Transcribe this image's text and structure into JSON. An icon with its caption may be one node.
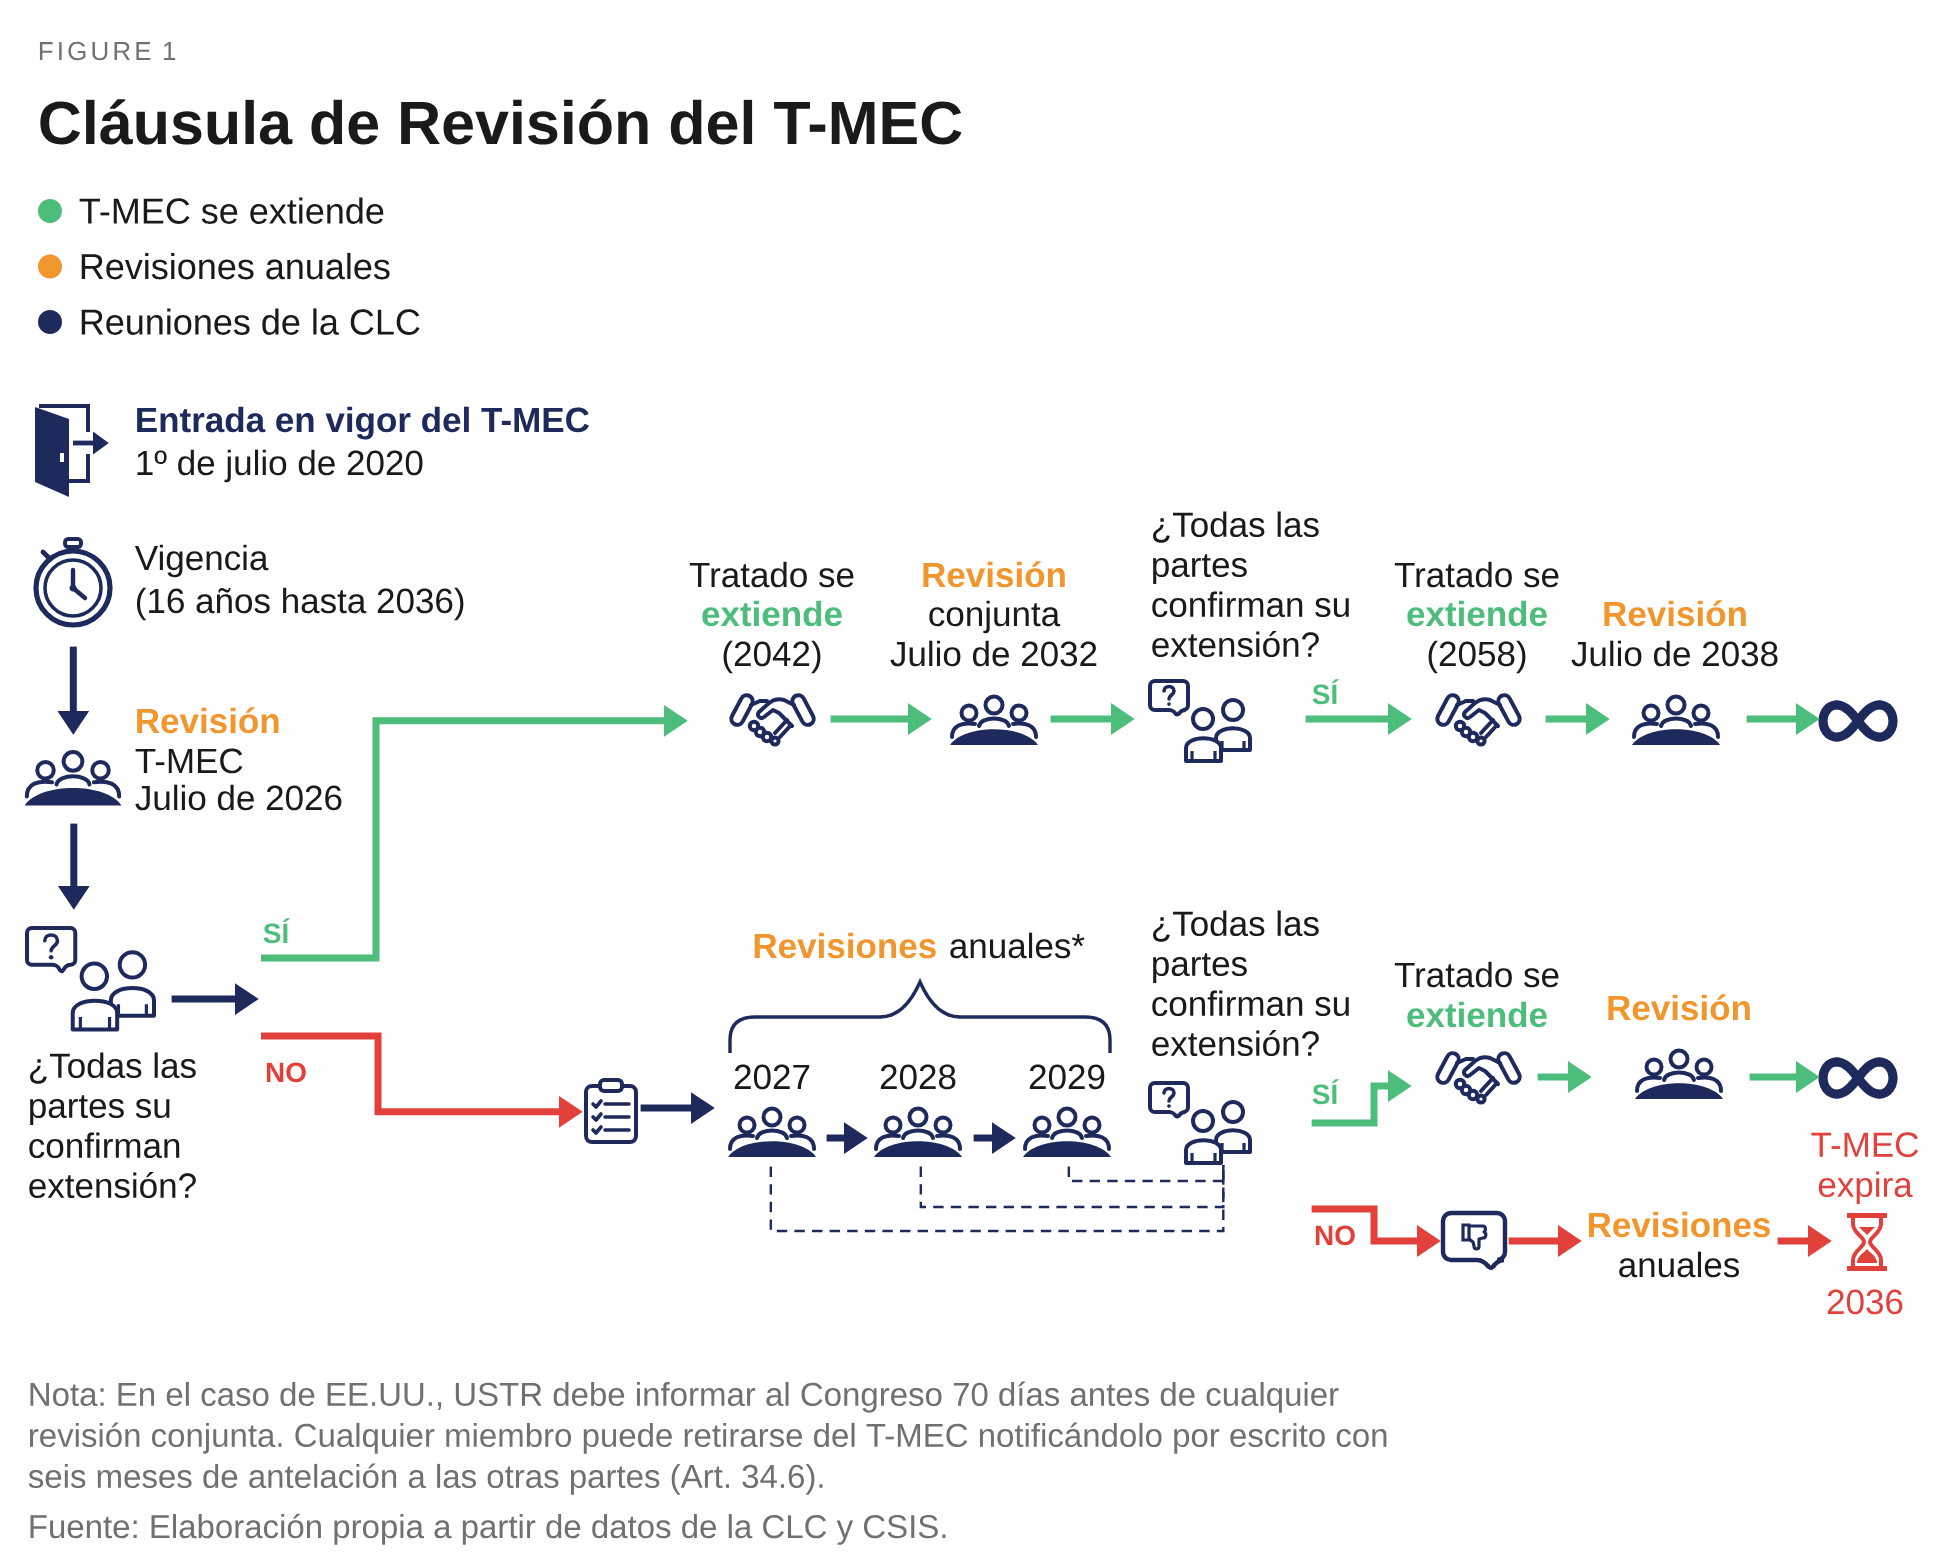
{
  "diagram": {
    "title": "Cláusula de Revisión del T-MEC",
    "nodes": [
      {
        "text": [
          "Entrada en vigor del T-MEC",
          "1º de julio de 2020"
        ]
      },
      {
        "text": [
          "Vigencia",
          "(16 años hasta 2036)"
        ]
      },
      {
        "text": [
          "Revisión",
          "T-MEC",
          "Julio de 2026"
        ]
      },
      {
        "text": [
          "¿Todas las partes su confirman extensión?"
        ]
      },
      {
        "text": [
          "Tratado se",
          "extiende",
          "(2042)"
        ]
      },
      {
        "text": [
          "Revisión",
          "conjunta",
          "Julio de 2032"
        ]
      },
      {
        "text": [
          "¿Todas las partes confirman su extensión?"
        ]
      },
      {
        "text": [
          "Tratado se",
          "extiende",
          "(2058)"
        ]
      },
      {
        "text": [
          "Revisión",
          "Julio de 2038"
        ]
      },
      {
        "text": [],
        "shape": "picture"
      },
      {
        "text": [],
        "shape": "picture"
      },
      {
        "text": [
          "2027"
        ]
      },
      {
        "text": [
          "2028"
        ]
      },
      {
        "text": [
          "2029"
        ]
      },
      {
        "text": [
          "¿Todas las partes confirman su extensión?"
        ]
      },
      {
        "text": [
          "Tratado se",
          "extiende"
        ]
      },
      {
        "text": [
          "Revisión"
        ]
      },
      {
        "text": [],
        "shape": "picture"
      },
      {
        "text": [],
        "shape": "picture"
      },
      {
        "text": [
          "Revisiones",
          "anuales"
        ]
      },
      {
        "text": [
          "T-MEC expira",
          "2036"
        ]
      }
    ],
    "edges": [
      {
        "from": 1,
        "to": 2,
        "arrow": "to",
        "color": "#1f2a5c"
      },
      {
        "from": 2,
        "to": 3,
        "arrow": "to",
        "color": "#1f2a5c"
      },
      {
        "from": 3,
        "to": null,
        "arrow": "to",
        "color": "#1f2a5c"
      },
      {
        "from": null,
        "to": 4,
        "arrow": "to",
        "label": "SÍ",
        "color": "#4dbd7b"
      },
      {
        "from": null,
        "to": 10,
        "arrow": "to",
        "label": "NO",
        "color": "#e2403a"
      },
      {
        "from": 4,
        "to": 5,
        "arrow": "to",
        "color": "#4dbd7b"
      },
      {
        "from": 5,
        "to": 6,
        "arrow": "to",
        "color": "#4dbd7b"
      },
      {
        "from": 6,
        "to": 7,
        "arrow": "to",
        "label": "SÍ",
        "color": "#4dbd7b"
      },
      {
        "from": 7,
        "to": 8,
        "arrow": "to",
        "color": "#4dbd7b"
      },
      {
        "from": 8,
        "to": 9,
        "arrow": "to",
        "color": "#4dbd7b"
      },
      {
        "from": 10,
        "to": 11,
        "arrow": "to",
        "color": "#1f2a5c"
      },
      {
        "from": 11,
        "to": 12,
        "arrow": "to",
        "color": "#1f2a5c"
      },
      {
        "from": 12,
        "to": 13,
        "arrow": "to",
        "color": "#1f2a5c"
      },
      {
        "from": 11,
        "to": 14,
        "arrow": "none",
        "style": "dashed",
        "color": "#1f2a5c"
      },
      {
        "from": 12,
        "to": 14,
        "arrow": "none",
        "style": "dashed",
        "color": "#1f2a5c"
      },
      {
        "from": 13,
        "to": 14,
        "arrow": "none",
        "style": "dashed",
        "color": "#1f2a5c"
      },
      {
        "from": 14,
        "to": 15,
        "arrow": "to",
        "label": "SÍ",
        "color": "#4dbd7b"
      },
      {
        "from": 15,
        "to": 16,
        "arrow": "to",
        "color": "#4dbd7b"
      },
      {
        "from": 16,
        "to": 17,
        "arrow": "to",
        "color": "#4dbd7b"
      },
      {
        "from": 14,
        "to": 18,
        "arrow": "to",
        "label": "NO",
        "color": "#e2403a"
      },
      {
        "from": 18,
        "to": 19,
        "arrow": "to",
        "color": "#e2403a"
      },
      {
        "from": 19,
        "to": 20,
        "arrow": "to",
        "color": "#e2403a"
      }
    ],
    "labels": [
      "FIGURE 1",
      "Revisiones",
      "anuales*",
      "Nota: En el caso de EE.UU., USTR debe informar al Congreso 70 días antes de cualquier revisión conjunta. Cualquier miembro puede retirarse del T-MEC notificándolo por escrito con seis meses de antelación a las otras partes (Art. 34.6).",
      "Fuente: Elaboración propia a partir de datos de la CLC y CSIS."
    ],
    "legend": [
      {
        "text": "T-MEC se extiende",
        "color": "#4dbd7b"
      },
      {
        "text": "Revisiones anuales",
        "color": "#f0962d"
      },
      {
        "text": "Reuniones de la CLC",
        "color": "#1f2a5c"
      }
    ]
  }
}
